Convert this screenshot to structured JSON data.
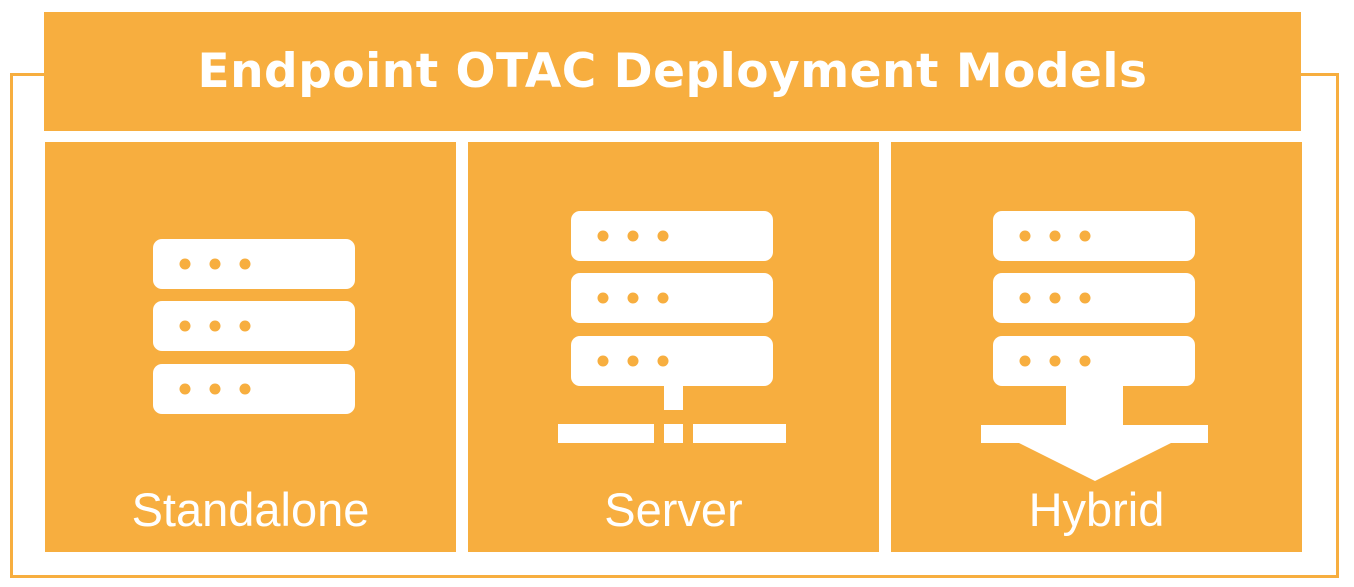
{
  "title": "Endpoint OTAC Deployment Models",
  "colors": {
    "accent": "#f7ae3f",
    "foreground": "#ffffff"
  },
  "models": [
    {
      "label": "Standalone",
      "icon": "server-stack-icon"
    },
    {
      "label": "Server",
      "icon": "server-network-icon"
    },
    {
      "label": "Hybrid",
      "icon": "server-download-icon"
    }
  ]
}
